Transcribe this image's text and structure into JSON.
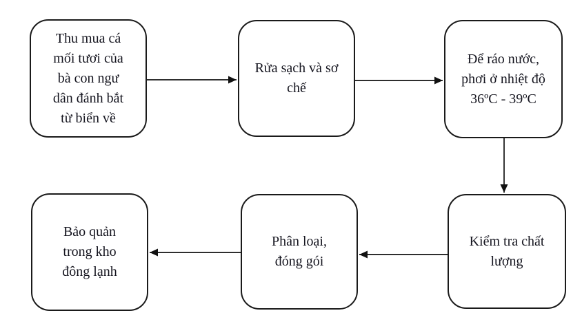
{
  "diagram": {
    "type": "flowchart",
    "background": "#ffffff",
    "colors": {
      "node_border": "#1a1a1a",
      "node_fill": "#ffffff",
      "text": "#14141e",
      "arrow": "#111111"
    },
    "nodes": [
      {
        "id": "step-1",
        "label": "Thu mua cá mối tươi của bà con ngư dân đánh bắt từ biển về",
        "lines": [
          "Thu mua cá",
          "mối tươi của",
          "bà con ngư",
          "dân đánh bắt",
          "từ biển về"
        ]
      },
      {
        "id": "step-2",
        "label": "Rửa sạch và sơ chế",
        "lines": [
          "Rửa sạch và sơ",
          "chế"
        ]
      },
      {
        "id": "step-3",
        "label": "Để ráo nước, phơi ở nhiệt độ 36ºC - 39ºC",
        "lines": [
          "Để ráo nước,",
          "phơi ở nhiệt độ",
          "36ºC - 39ºC"
        ]
      },
      {
        "id": "step-4",
        "label": "Bảo quản trong kho đông lạnh",
        "lines": [
          "Bảo quản",
          "trong kho",
          "đông lạnh"
        ]
      },
      {
        "id": "step-5",
        "label": "Phân loại, đóng gói",
        "lines": [
          "Phân loại,",
          "đóng gói"
        ]
      },
      {
        "id": "step-6",
        "label": "Kiểm tra chất lượng",
        "lines": [
          "Kiểm tra chất",
          "lượng"
        ]
      }
    ],
    "edges": [
      {
        "from": "step-1",
        "to": "step-2",
        "direction": "right"
      },
      {
        "from": "step-2",
        "to": "step-3",
        "direction": "right"
      },
      {
        "from": "step-3",
        "to": "step-6",
        "direction": "down"
      },
      {
        "from": "step-6",
        "to": "step-5",
        "direction": "left"
      },
      {
        "from": "step-5",
        "to": "step-4",
        "direction": "left"
      }
    ]
  }
}
